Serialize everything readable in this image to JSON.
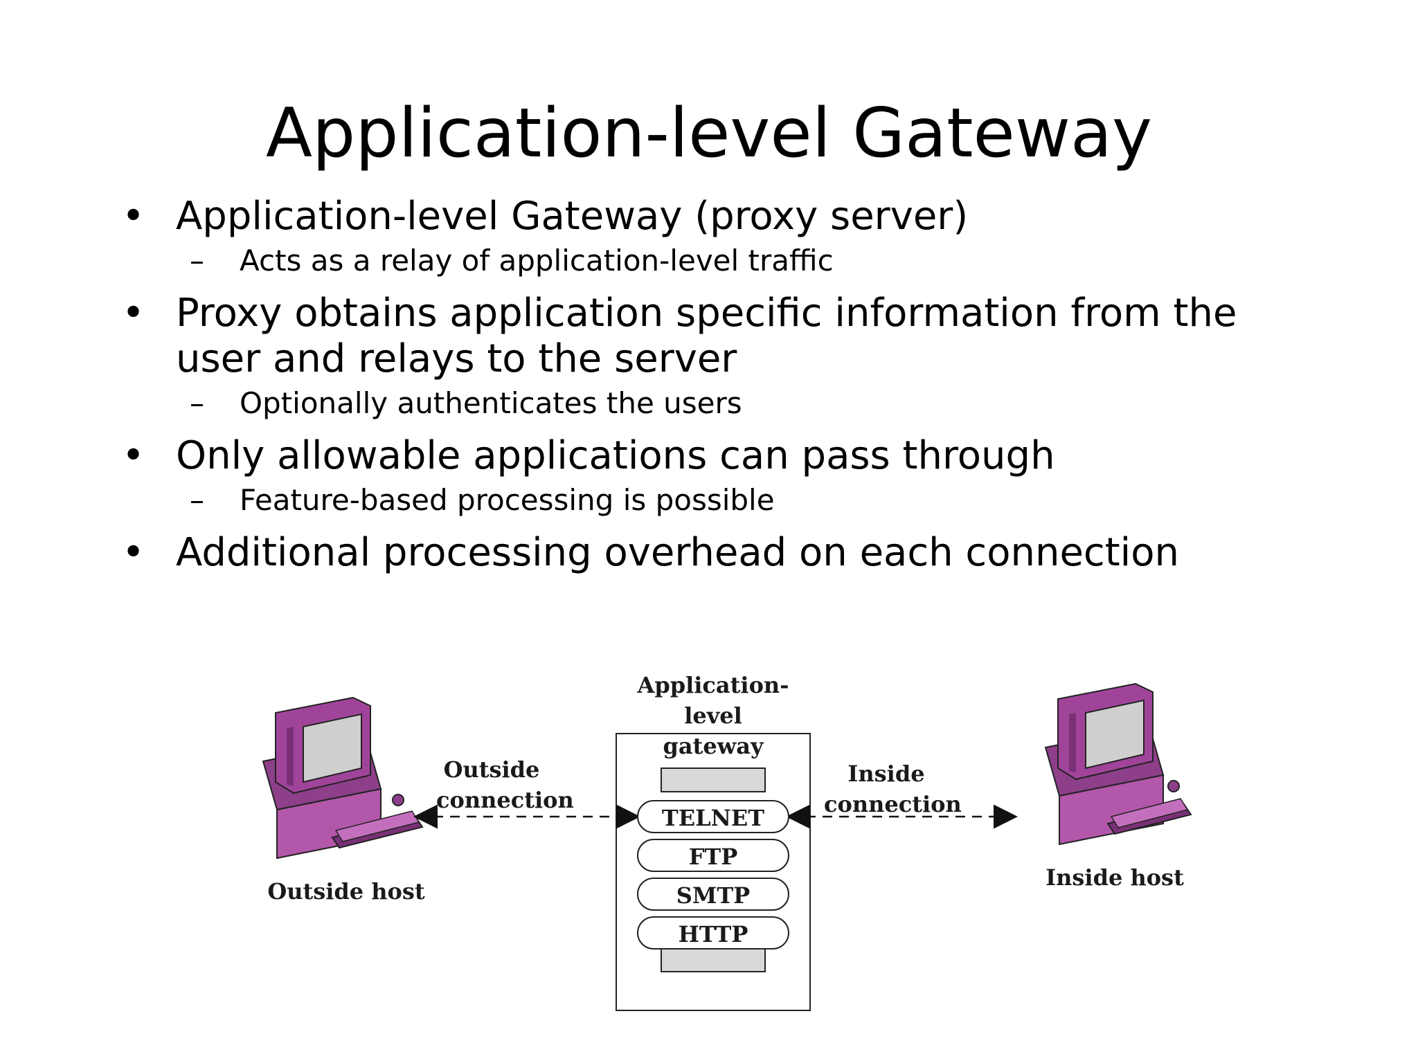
{
  "slide": {
    "title": "Application-level Gateway",
    "bullets": [
      {
        "text": "Application-level Gateway (proxy server)",
        "sub": [
          "Acts as a relay of application-level traffic"
        ]
      },
      {
        "text": "Proxy obtains application specific information from the user and relays to the server",
        "sub": [
          "Optionally authenticates the users"
        ]
      },
      {
        "text": "Only allowable applications can pass through",
        "sub": [
          "Feature-based processing is possible"
        ]
      },
      {
        "text": "Additional processing overhead on each connection",
        "sub": []
      }
    ],
    "bullet_marker": "•",
    "sub_marker": "–"
  },
  "diagram": {
    "gateway_label": "Application-level\ngateway",
    "outside_connection": "Outside\nconnection",
    "inside_connection": "Inside\nconnection",
    "outside_host": "Outside host",
    "inside_host": "Inside host",
    "protocols": [
      "TELNET",
      "FTP",
      "SMTP",
      "HTTP"
    ],
    "computer_color": "#a0449a"
  }
}
